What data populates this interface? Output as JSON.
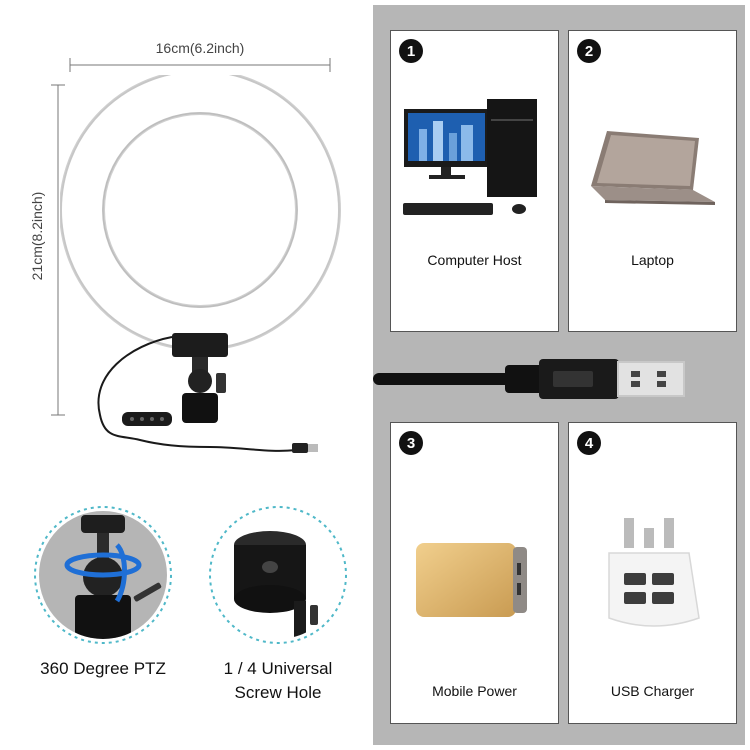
{
  "dimensions": {
    "width_label": "16cm(6.2inch)",
    "height_label": "21cm(8.2inch)"
  },
  "features": [
    {
      "label": "360 Degree PTZ"
    },
    {
      "label_line1": "1 / 4 Universal",
      "label_line2": "Screw Hole"
    }
  ],
  "power_sources": [
    {
      "number": "1",
      "label": "Computer Host"
    },
    {
      "number": "2",
      "label": "Laptop"
    },
    {
      "number": "3",
      "label": "Mobile Power"
    },
    {
      "number": "4",
      "label": "USB Charger"
    }
  ],
  "colors": {
    "panel_bg": "#b6b6b6",
    "badge": "#111111",
    "dashed_circle": "#4fb8c8"
  }
}
